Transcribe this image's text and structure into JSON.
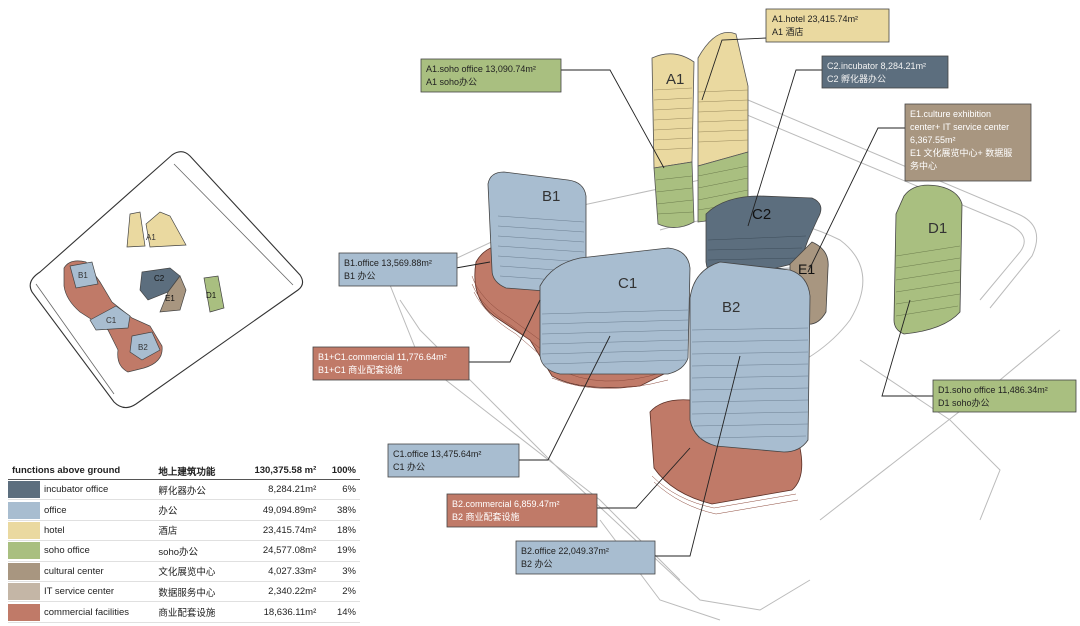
{
  "colors": {
    "incubator": "#5c6e7e",
    "office": "#a8bdd0",
    "hotel": "#ead9a0",
    "soho": "#a9bf80",
    "culture": "#a89680",
    "it": "#c4b6a6",
    "commercial": "#c07a68",
    "outline": "#444444"
  },
  "plan": {
    "labels": {
      "A1": "A1",
      "B1": "B1",
      "C1": "C1",
      "C2": "C2",
      "E1": "E1",
      "D1": "D1",
      "B2": "B2"
    }
  },
  "buildings": {
    "A1": "A1",
    "B1": "B1",
    "C1": "C1",
    "C2": "C2",
    "E1": "E1",
    "D1": "D1",
    "B2": "B2"
  },
  "callouts": {
    "a1_hotel": {
      "line1": "A1.hotel 23,415.74m²",
      "line2": "A1 酒店"
    },
    "a1_soho": {
      "line1": "A1.soho office 13,090.74m²",
      "line2": "A1 soho办公"
    },
    "c2_incubator": {
      "line1": "C2.incubator 8,284.21m²",
      "line2": "C2 孵化器办公"
    },
    "e1_culture": {
      "line1": "E1.culture exhibition",
      "line2": "center+ IT service center",
      "line3": "6,367.55m²",
      "line4": "E1 文化展览中心+ 数据服",
      "line5": "务中心"
    },
    "b1_office": {
      "line1": "B1.office 13,569.88m²",
      "line2": "B1 办公"
    },
    "b1c1_commercial": {
      "line1": "B1+C1.commercial 11,776.64m²",
      "line2": "B1+C1 商业配套设施"
    },
    "c1_office": {
      "line1": "C1.office 13,475.64m²",
      "line2": "C1 办公"
    },
    "b2_commercial": {
      "line1": "B2.commercial 6,859.47m²",
      "line2": "B2 商业配套设施"
    },
    "b2_office": {
      "line1": "B2.office 22,049.37m²",
      "line2": "B2 办公"
    },
    "d1_soho": {
      "line1": "D1.soho office 11,486.34m²",
      "line2": "D1 soho办公"
    }
  },
  "table": {
    "header": {
      "label": "functions above ground",
      "cn": "地上建筑功能",
      "area": "130,375.58 m²",
      "pct": "100%"
    },
    "rows": [
      {
        "label": "incubator office",
        "cn": "孵化器办公",
        "area": "8,284.21m²",
        "pct": "6%",
        "color": "#5c6e7e"
      },
      {
        "label": "office",
        "cn": "办公",
        "area": "49,094.89m²",
        "pct": "38%",
        "color": "#a8bdd0"
      },
      {
        "label": "hotel",
        "cn": "酒店",
        "area": "23,415.74m²",
        "pct": "18%",
        "color": "#ead9a0"
      },
      {
        "label": "soho office",
        "cn": "soho办公",
        "area": "24,577.08m²",
        "pct": "19%",
        "color": "#a9bf80"
      },
      {
        "label": "cultural center",
        "cn": "文化展览中心",
        "area": "4,027.33m²",
        "pct": "3%",
        "color": "#a89680"
      },
      {
        "label": "IT service center",
        "cn": "数据服务中心",
        "area": "2,340.22m²",
        "pct": "2%",
        "color": "#c4b6a6"
      },
      {
        "label": "commercial facilities",
        "cn": "商业配套设施",
        "area": "18,636.11m²",
        "pct": "14%",
        "color": "#c07a68"
      }
    ]
  }
}
